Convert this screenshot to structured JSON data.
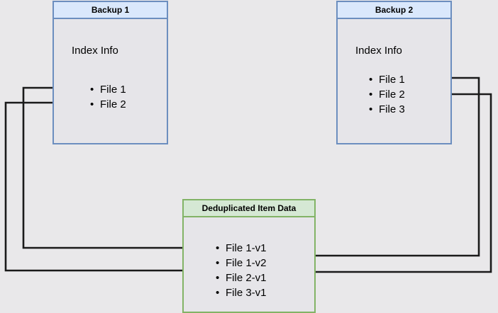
{
  "diagram": {
    "title_hint": "Backup deduplication index mapping",
    "colors": {
      "background": "#e9e8ea",
      "blue_border": "#6c8ebf",
      "blue_header_fill": "#dae8fc",
      "green_border": "#82b366",
      "green_header_fill": "#d5e8d4",
      "box_body_fill": "#e6e5e9",
      "edge_stroke": "#1a1a1a",
      "text": "#000000"
    },
    "nodes": {
      "backup1": {
        "header": "Backup 1",
        "section_label": "Index Info",
        "files": [
          "File 1",
          "File 2"
        ]
      },
      "backup2": {
        "header": "Backup 2",
        "section_label": "Index Info",
        "files": [
          "File 1",
          "File 2",
          "File 3"
        ]
      },
      "dedup": {
        "header": "Deduplicated Item Data",
        "files": [
          "File 1-v1",
          "File 1-v2",
          "File 2-v1",
          "File 3-v1"
        ]
      }
    },
    "edges": [
      {
        "from": "backup1.File 1",
        "to": "dedup.File 1-v1",
        "route": "left"
      },
      {
        "from": "backup1.File 2",
        "to": "dedup.File 2-v1",
        "route": "left"
      },
      {
        "from": "backup2.File 1",
        "to": "dedup.File 1-v2",
        "route": "right"
      },
      {
        "from": "backup2.File 2",
        "to": "dedup.File 2-v1",
        "route": "right"
      }
    ]
  }
}
